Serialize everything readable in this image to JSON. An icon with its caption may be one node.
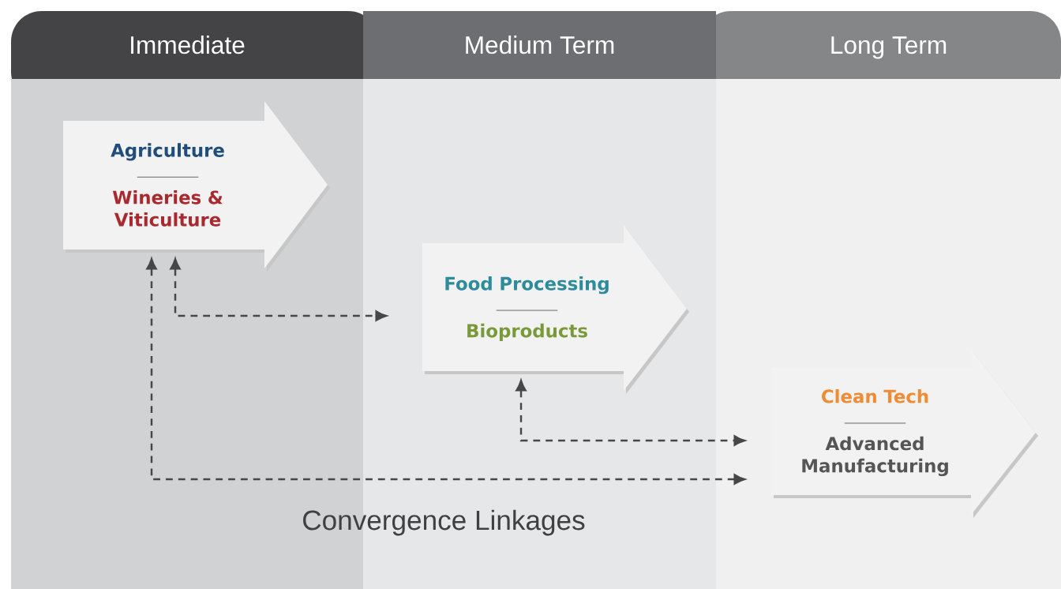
{
  "diagram": {
    "nodes": [
      {
        "text": [
          "Immediate"
        ]
      },
      {
        "text": [
          "Medium Term"
        ]
      },
      {
        "text": [
          "Long Term"
        ]
      },
      {
        "text": [
          "Agriculture",
          "Wineries & Viticulture"
        ],
        "in": 0
      },
      {
        "text": [
          "Food Processing",
          "Bioproducts"
        ],
        "in": 1
      },
      {
        "text": [
          "Clean Tech",
          "Advanced Manufacturing"
        ],
        "in": 2
      }
    ],
    "edges": [
      {
        "from": 3,
        "to": 4,
        "arrow": "both",
        "style": "dashed"
      },
      {
        "from": 4,
        "to": 5,
        "arrow": "both",
        "style": "dashed"
      },
      {
        "from": 3,
        "to": 5,
        "arrow": "both",
        "style": "dashed"
      }
    ],
    "labels": [
      "Convergence Linkages"
    ]
  }
}
